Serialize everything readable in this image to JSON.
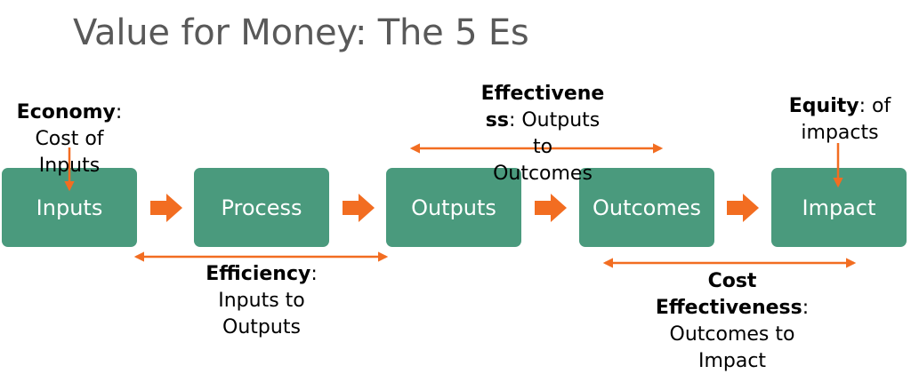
{
  "title": "Value for Money: The 5 Es",
  "boxes": {
    "inputs": "Inputs",
    "process": "Process",
    "outputs": "Outputs",
    "outcomes": "Outcomes",
    "impact": "Impact"
  },
  "labels": {
    "economy": {
      "term": "Economy",
      "sep": ":",
      "line1": "Cost of",
      "line2": "Inputs"
    },
    "effectiveness": {
      "term_line1": "Effectivene",
      "term_line2": "ss",
      "sep": ":",
      "rest1": " Outputs",
      "line3": "to",
      "line4": "Outcomes"
    },
    "equity": {
      "term": "Equity",
      "sep": ":",
      "rest": " of",
      "line2": "impacts"
    },
    "efficiency": {
      "term": "Efficiency",
      "sep": ":",
      "line2": "Inputs to",
      "line3": "Outputs"
    },
    "cost_effectiveness": {
      "term1": "Cost",
      "term2": "Effectiveness",
      "sep": ":",
      "line3": "Outcomes to",
      "line4": "Impact"
    }
  },
  "colors": {
    "box": "#4a9a7d",
    "box_text": "#ffffff",
    "accent_arrow": "#f26d21",
    "title": "#595959"
  },
  "icons": {
    "flow_arrow": "block-arrow-right",
    "span_arrow": "double-headed-arrow",
    "pointer_arrow": "arrow-down"
  }
}
